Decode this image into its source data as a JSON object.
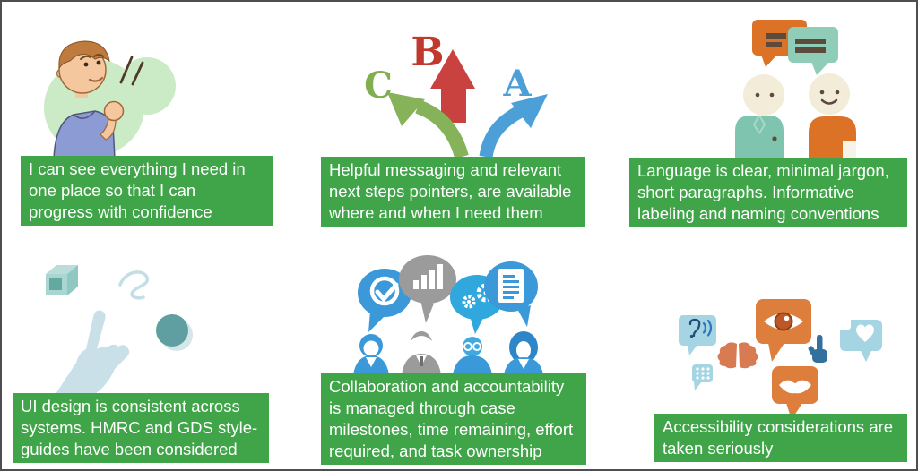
{
  "slide": {
    "background": "#FFFFFF",
    "border_color": "#4E4E50",
    "banner_color": "#3FA548",
    "banner_text_color": "#FFFFFF"
  },
  "palette": {
    "blob_green": "#CBEBC6",
    "arrow_red": "#C94240",
    "arrow_green": "#86B25A",
    "arrow_blue": "#4D9FD8",
    "teal_shirt": "#7FC4AE",
    "teal_bubble": "#8FCDB9",
    "orange": "#DC7226",
    "speech_blue": "#3B99D9",
    "speech_gray": "#9B9B9B",
    "speech_cyan": "#30A8DE",
    "light_blue": "#A5D4E2",
    "steel_blue": "#33709E",
    "brain_orange": "#D97B52"
  },
  "cells": [
    {
      "id": "overview",
      "illustration": "confident-person",
      "caption": "I can see everything I need in\none place so that I can\nprogress with confidence"
    },
    {
      "id": "messaging",
      "illustration": "abc-direction-arrows",
      "caption": "Helpful messaging and relevant\nnext steps pointers, are available\nwhere and when I need them",
      "arrow_labels": {
        "up": "B",
        "left": "C",
        "right": "A"
      }
    },
    {
      "id": "language",
      "illustration": "two-people-conversation",
      "caption": "Language is clear, minimal jargon,\nshort paragraphs. Informative\nlabeling and naming conventions"
    },
    {
      "id": "consistency",
      "illustration": "hand-pointing-shapes",
      "caption": "UI design is consistent across\nsystems. HMRC and GDS style-\nguides have been considered"
    },
    {
      "id": "collaboration",
      "illustration": "collaboration-speech-bubbles",
      "caption": "Collaboration and accountability\nis managed through case\nmilestones, time remaining, effort\nrequired, and task ownership"
    },
    {
      "id": "accessibility",
      "illustration": "accessibility-icons",
      "caption": "Accessibility considerations are\ntaken seriously"
    }
  ]
}
